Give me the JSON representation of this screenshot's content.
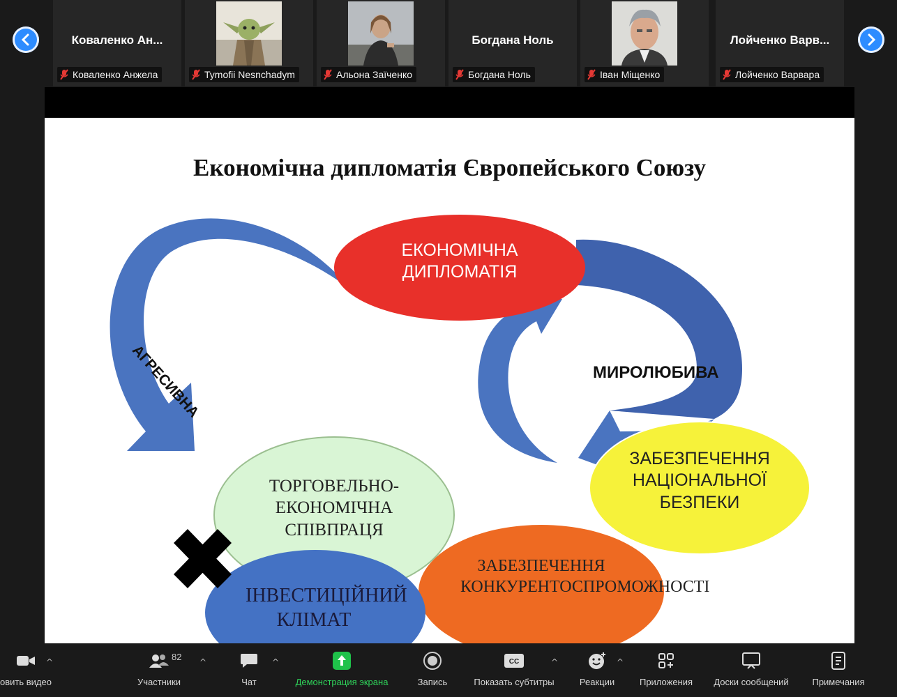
{
  "participants": [
    {
      "display": "Коваленко Ан...",
      "label": "Коваленко Анжела"
    },
    {
      "display": "",
      "label": "Tymofii Nesnchadym",
      "photo": "yoda-avatar"
    },
    {
      "display": "",
      "label": "Альона Заїченко",
      "photo": "woman-photo"
    },
    {
      "display": "Богдана Ноль",
      "label": "Богдана Ноль"
    },
    {
      "display": "",
      "label": "Іван Міщенко",
      "photo": "man-photo"
    },
    {
      "display": "Лойченко Варв...",
      "label": "Лойченко Варвара"
    }
  ],
  "slide": {
    "title": "Економічна дипломатія Європейського Союзу",
    "nodes": {
      "economic_diplomacy": "ЕКОНОМІЧНА ДИПЛОМАТІЯ",
      "national_security": "ЗАБЕЗПЕЧЕННЯ НАЦІОНАЛЬНОЇ БЕЗПЕКИ",
      "trade_cooperation": "ТОРГОВЕЛЬНО-ЕКОНОМІЧНА СПІВПРАЦЯ",
      "investment_climate": "ІНВЕСТИЦІЙНИЙ КЛІМАТ",
      "competitiveness": "ЗАБЕЗПЕЧЕННЯ КОНКУРЕНТОСПРОМОЖНОСТІ"
    },
    "arrow_labels": {
      "aggressive": "АГРЕСИВНА",
      "peaceful": "МИРОЛЮБИВА"
    },
    "colors": {
      "red": "#e8302a",
      "yellow": "#f6f23a",
      "lightgreen": "#d9f5d5",
      "blue": "#4472c4",
      "orange": "#ee6a22",
      "arrow": "#4a74c0"
    }
  },
  "toolbar": {
    "video": "овить видео",
    "participants": "Участники",
    "participants_count": "82",
    "chat": "Чат",
    "share": "Демонстрация экрана",
    "record": "Запись",
    "subtitles": "Показать субтитры",
    "reactions": "Реакции",
    "apps": "Приложения",
    "whiteboards": "Доски сообщений",
    "notes": "Примечания"
  }
}
